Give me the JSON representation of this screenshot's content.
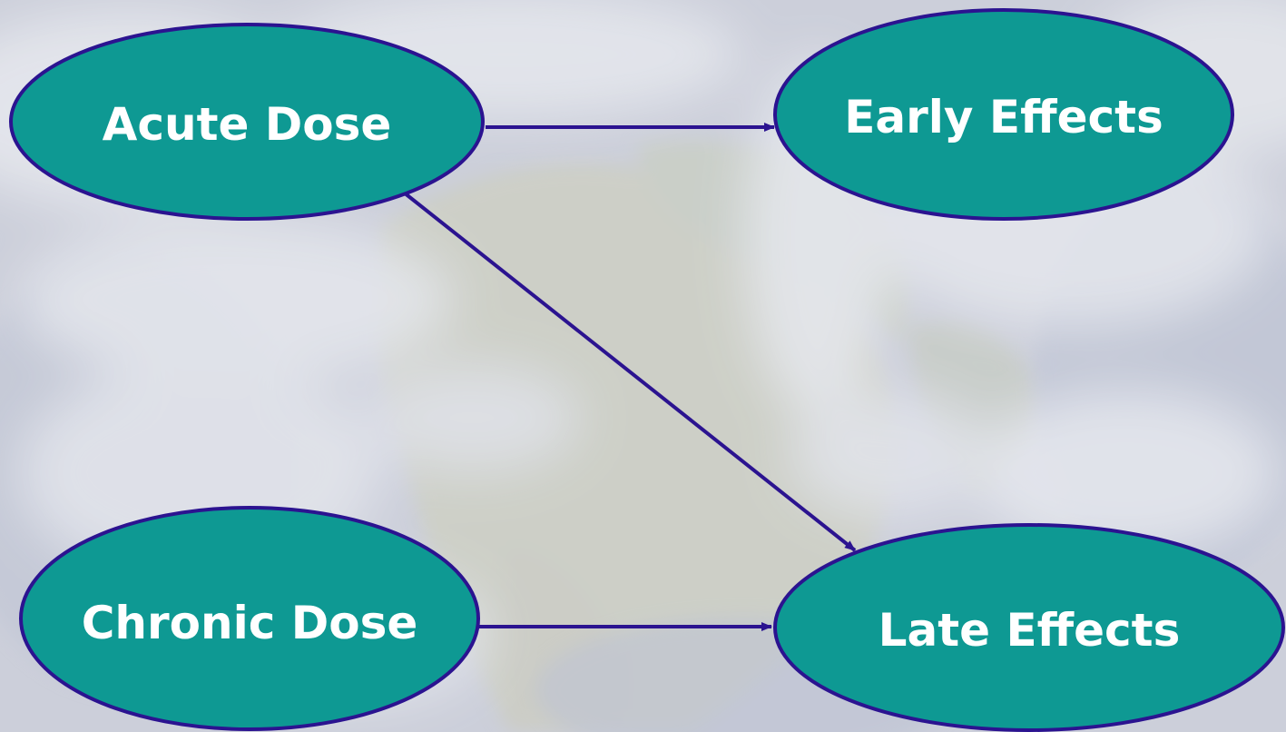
{
  "diagram": {
    "nodes": {
      "acute_dose": {
        "label": "Acute Dose"
      },
      "early_effects": {
        "label": "Early Effects"
      },
      "chronic_dose": {
        "label": "Chronic Dose"
      },
      "late_effects": {
        "label": "Late Effects"
      }
    },
    "edges": [
      {
        "from": "acute_dose",
        "to": "early_effects"
      },
      {
        "from": "acute_dose",
        "to": "late_effects"
      },
      {
        "from": "chronic_dose",
        "to": "late_effects"
      }
    ],
    "colors": {
      "node_fill": "#0e9993",
      "node_stroke": "#2b1390",
      "arrow": "#2b1390",
      "label": "#ffffff"
    },
    "background": {
      "description_icon": "earth-satellite-image"
    }
  }
}
